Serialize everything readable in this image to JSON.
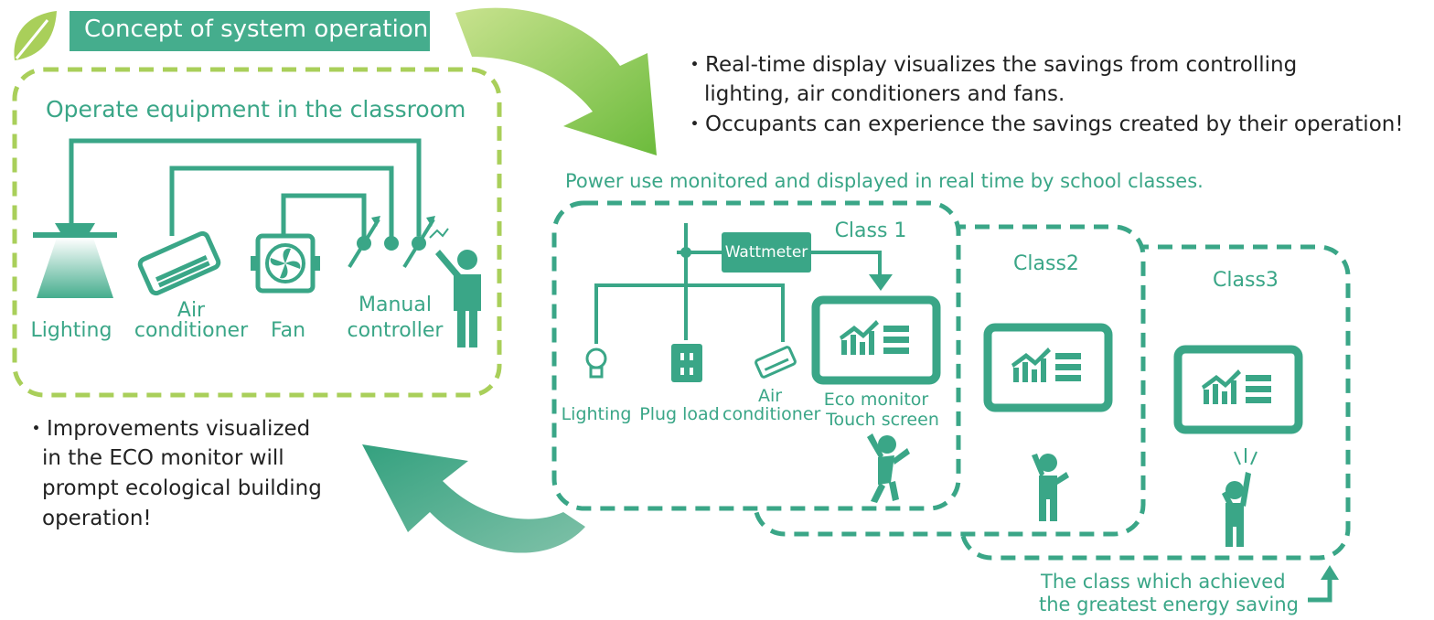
{
  "header": {
    "title": "Concept of system operation"
  },
  "classroom": {
    "title": "Operate equipment in the classroom",
    "labels": {
      "lighting": "Lighting",
      "air1": "Air",
      "air2": "conditioner",
      "fan": "Fan",
      "manual1": "Manual",
      "manual2": "controller"
    }
  },
  "notes": {
    "top": [
      "・Real-time display visualizes the savings from controlling",
      "lighting, air conditioners and fans.",
      "・Occupants can experience the savings created by their operation!"
    ],
    "bottom": [
      "・Improvements visualized",
      "in the ECO monitor will",
      "prompt ecological building",
      "operation!"
    ]
  },
  "monitoring": {
    "title": "Power use monitored and displayed in real time by school classes.",
    "wattmeter": "Wattmeter",
    "class1": "Class 1",
    "class2": "Class2",
    "class3": "Class3",
    "labels": {
      "lighting": "Lighting",
      "plug": "Plug load",
      "air1": "Air",
      "air2": "conditioner",
      "eco1": "Eco monitor",
      "eco2": "Touch screen"
    },
    "caption": [
      "The class which achieved",
      "the greatest energy saving"
    ]
  },
  "colors": {
    "teal": "#3aa687",
    "teal_light": "#45ad8d",
    "lime": "#a9cf5a",
    "arrow_green": "#7cc142",
    "text_dark": "#222222"
  },
  "icons": [
    "leaf-icon",
    "ceiling-light-icon",
    "air-conditioner-icon",
    "fan-icon",
    "dial-icon",
    "person-icon",
    "bulb-icon",
    "outlet-icon",
    "monitor-chart-icon"
  ]
}
